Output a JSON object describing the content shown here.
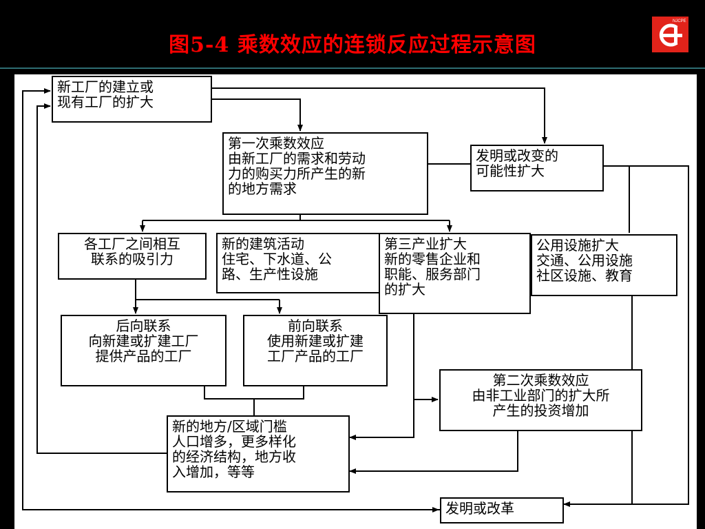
{
  "title": "图5-4 乘数效应的连锁反应过程示意图",
  "logo": {
    "text": "NJCPE",
    "color": "#e2231a",
    "icon": "njcpe-logo-icon"
  },
  "nodes": {
    "new_factory": [
      "新工厂的建立或",
      "现有工厂的扩大"
    ],
    "first_multiplier": [
      "第一次乘数效应",
      "由新工厂的需求和劳动",
      "力的购买力所产生的新",
      "的地方需求"
    ],
    "invention_1": [
      "发明或改变的",
      "可能性扩大"
    ],
    "inter_factory": [
      "各工厂之间相互",
      "联系的吸引力"
    ],
    "construction": [
      "新的建筑活动",
      "住宅、下水道、公",
      "路、生产性设施"
    ],
    "tertiary": [
      "第三产业扩大",
      "新的零售企业和",
      "职能、服务部门",
      "的扩大"
    ],
    "utilities": [
      "公用设施扩大",
      "交通、公用设施",
      "社区设施、教育"
    ],
    "backward": [
      "后向联系",
      "向新建或扩建工厂",
      "提供产品的工厂"
    ],
    "forward": [
      "前向联系",
      "使用新建或扩建",
      "工厂产品的工厂"
    ],
    "second_multiplier": [
      "第二次乘数效应",
      "由非工业部门的扩大所",
      "产生的投资增加"
    ],
    "local_threshold": [
      "新的地方/区域门槛",
      "人口增多，更多样化",
      "的经济结构，地方收",
      "入增加，等等"
    ],
    "invention_2": [
      "发明或改革"
    ]
  }
}
